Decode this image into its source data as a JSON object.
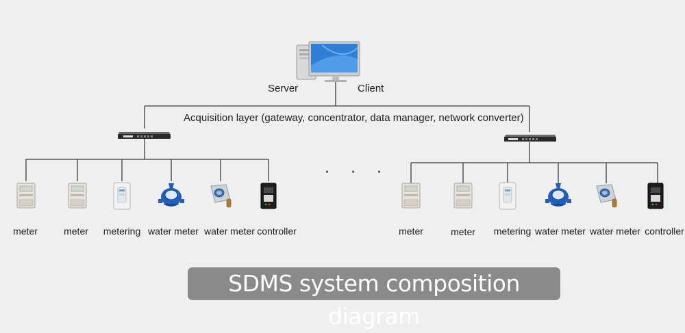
{
  "top": {
    "server_label": "Server",
    "client_label": "Client",
    "acquisition_label": "Acquisition layer (gateway, concentrator, data manager, network converter)"
  },
  "ellipsis": "· · ·",
  "left_group": {
    "devices": [
      {
        "label": "meter",
        "icon": "electric-meter-icon"
      },
      {
        "label": "meter",
        "icon": "electric-meter-icon"
      },
      {
        "label": "metering",
        "icon": "metering-box-icon"
      },
      {
        "label": "water meter",
        "icon": "water-meter-icon"
      },
      {
        "label": "water meter",
        "icon": "smart-water-meter-icon"
      },
      {
        "label": "controller",
        "icon": "controller-icon"
      }
    ]
  },
  "right_group": {
    "devices": [
      {
        "label": "meter",
        "icon": "electric-meter-icon"
      },
      {
        "label": "meter",
        "icon": "electric-meter-icon"
      },
      {
        "label": "metering",
        "icon": "metering-box-icon"
      },
      {
        "label": "water meter",
        "icon": "water-meter-icon"
      },
      {
        "label": "water meter",
        "icon": "smart-water-meter-icon"
      },
      {
        "label": "controller",
        "icon": "controller-icon"
      }
    ]
  },
  "caption": "SDMS system composition diagram",
  "colors": {
    "line": "#3c3c3c",
    "monitor_blue": "#2f7fd6",
    "caption_bg": "#8a8a8a",
    "water_meter_blue": "#1f5fbf"
  }
}
